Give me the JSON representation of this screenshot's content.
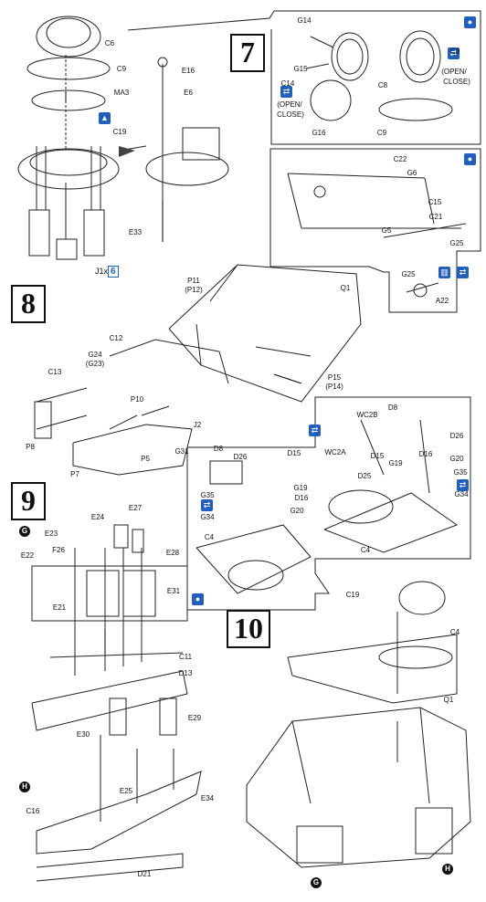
{
  "steps": {
    "s7": "7",
    "s8": "8",
    "s9": "9",
    "s10": "10"
  },
  "markers": {
    "g": "G",
    "h": "H"
  },
  "icons": [
    "paint-bottle-icon",
    "cement-icon",
    "open-close-icon",
    "decal-icon"
  ],
  "colors": {
    "ink": "#111111",
    "accent": "#1f5fbf"
  },
  "labels": {
    "C6": "C6",
    "C9": "C9",
    "MA3": "MA3",
    "C19": "C19",
    "J1x": "J1",
    "six": "6",
    "E16": "E16",
    "E6": "E6",
    "E33": "E33",
    "G14": "G14",
    "G15": "G15",
    "C8a": "C8",
    "C8b": "C8",
    "C14": "C14",
    "oc1": "(OPEN/",
    "oc2": "CLOSE)",
    "oc3": "(OPEN/",
    "oc4": "CLOSE)",
    "G16": "G16",
    "C9b": "C9",
    "C22": "C22",
    "G6": "G6",
    "C15": "C15",
    "C21": "C21",
    "G5": "G5",
    "G25": "G25",
    "G25b": "G25",
    "A22": "A22",
    "P11": "P11",
    "P12": "(P12)",
    "Q1": "Q1",
    "C12": "C12",
    "G24": "G24",
    "G23": "(G23)",
    "C13": "C13",
    "P10": "P10",
    "J2": "J2",
    "P15": "P15",
    "P14": "(P14)",
    "P8": "P8",
    "P5": "P5",
    "G31": "G31",
    "P7": "P7",
    "WC2B": "WC2B",
    "D8a": "D8",
    "WC2A": "WC2A",
    "D26a": "D26",
    "D15a": "D15",
    "D16a": "D16",
    "G20a": "G20",
    "D25": "D25",
    "G19a": "G19",
    "G35a": "G35",
    "G34a": "G34",
    "C4a": "C4",
    "D8b": "D8",
    "D26b": "D26",
    "D15b": "D15",
    "G19b": "G19",
    "D16b": "D16",
    "G20b": "G20",
    "G35b": "G35",
    "G34b": "G34",
    "C4b": "C4",
    "E24": "E24",
    "E27": "E27",
    "E23": "E23",
    "E22": "E22",
    "F26": "F26",
    "E28": "E28",
    "E21": "E21",
    "E31": "E31",
    "C11": "C11",
    "D13": "D13",
    "E30": "E30",
    "E29": "E29",
    "E25": "E25",
    "E34": "E34",
    "C16": "C16",
    "D21": "D21",
    "C19b": "C19",
    "C4c": "C4",
    "Q1b": "Q1"
  }
}
